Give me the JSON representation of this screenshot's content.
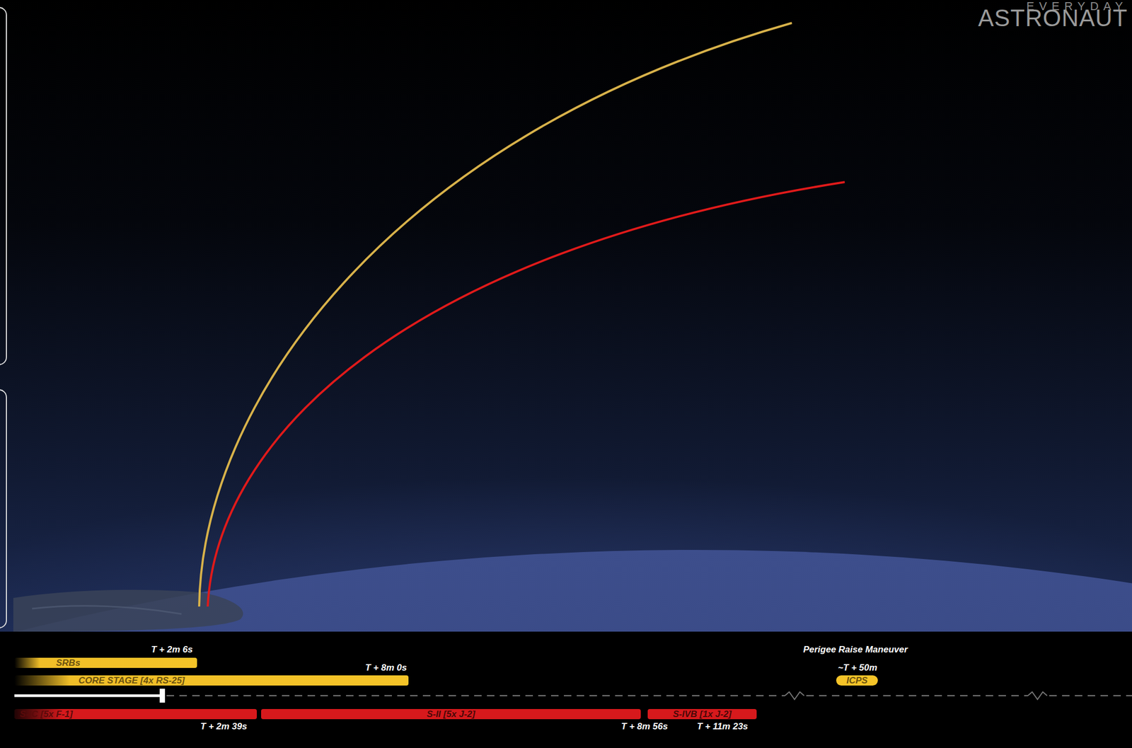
{
  "diagram": {
    "nodes": [
      {
        "text": [
          "SRBs"
        ]
      },
      {
        "text": [
          "CORE STAGE [4x RS-25]"
        ]
      },
      {
        "text": [
          "ICPS"
        ]
      },
      {
        "text": [
          "S-IC [5x F-1]"
        ]
      },
      {
        "text": [
          "S-II [5x J-2]"
        ]
      },
      {
        "text": [
          "S-IVB [1x J-2]"
        ]
      }
    ],
    "labels": [
      "EVERYDAY",
      "ASTRONAUT",
      "T + 2m 6s",
      "T + 8m 0s",
      "Perigee Raise Maneuver",
      "~T + 50m",
      "T + 2m 39s",
      "T + 8m 56s",
      "T + 11m 23s"
    ]
  }
}
